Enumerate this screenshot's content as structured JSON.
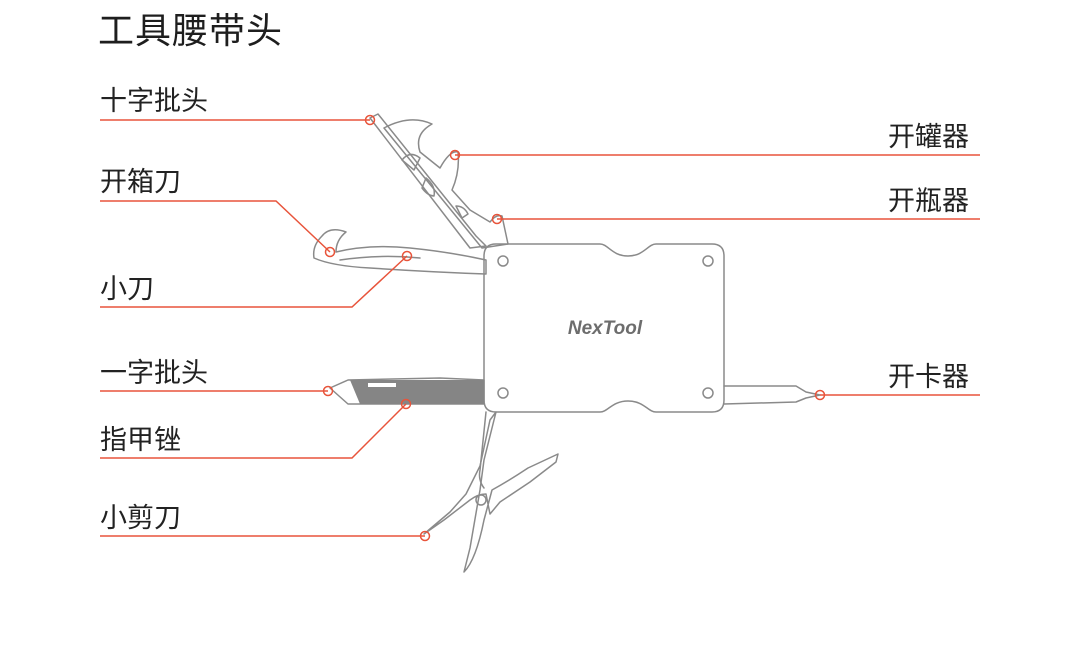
{
  "title": "工具腰带头",
  "brand": "NexTool",
  "labels": {
    "phillips_bit": "十字批头",
    "box_opener": "开箱刀",
    "small_knife": "小刀",
    "flat_bit": "一字批头",
    "nail_file": "指甲锉",
    "small_scissors": "小剪刀",
    "can_opener": "开罐器",
    "bottle_opener": "开瓶器",
    "card_opener": "开卡器"
  },
  "colors": {
    "leader": "#e8543b",
    "outline": "#8a8a8a",
    "text": "#222222"
  }
}
